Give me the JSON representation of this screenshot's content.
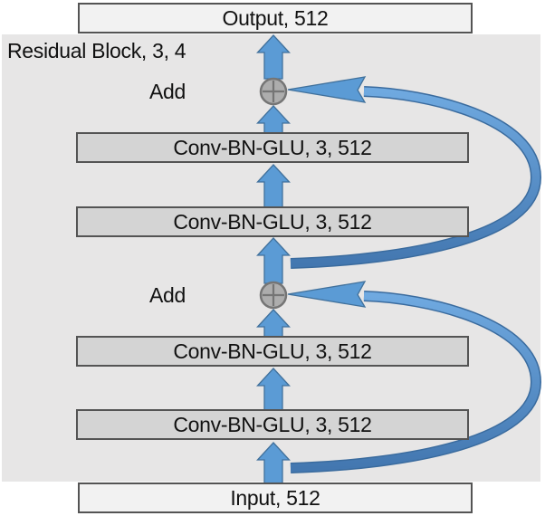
{
  "diagram": {
    "background_label": "Residual Block, 3, 4",
    "output": {
      "label": "Output, 512"
    },
    "input": {
      "label": "Input, 512"
    },
    "adds": [
      {
        "label": "Add"
      },
      {
        "label": "Add"
      }
    ],
    "conv_blocks": [
      {
        "label": "Conv-BN-GLU, 3, 512"
      },
      {
        "label": "Conv-BN-GLU, 3, 512"
      },
      {
        "label": "Conv-BN-GLU, 3, 512"
      },
      {
        "label": "Conv-BN-GLU, 3, 512"
      }
    ],
    "colors": {
      "panel_fill": "#E7E6E6",
      "io_box_fill": "#F2F2F2",
      "conv_box_fill": "#D4D4D4",
      "box_border": "#545454",
      "arrow_fill": "#5B9BD5",
      "arrow_outline": "#41719C",
      "skip_ribbon_light": "#6FA9E0",
      "skip_ribbon_dark": "#4377B0",
      "add_circle_fill": "#ADADAD",
      "add_circle_border": "#757575",
      "text": "#111111"
    }
  }
}
